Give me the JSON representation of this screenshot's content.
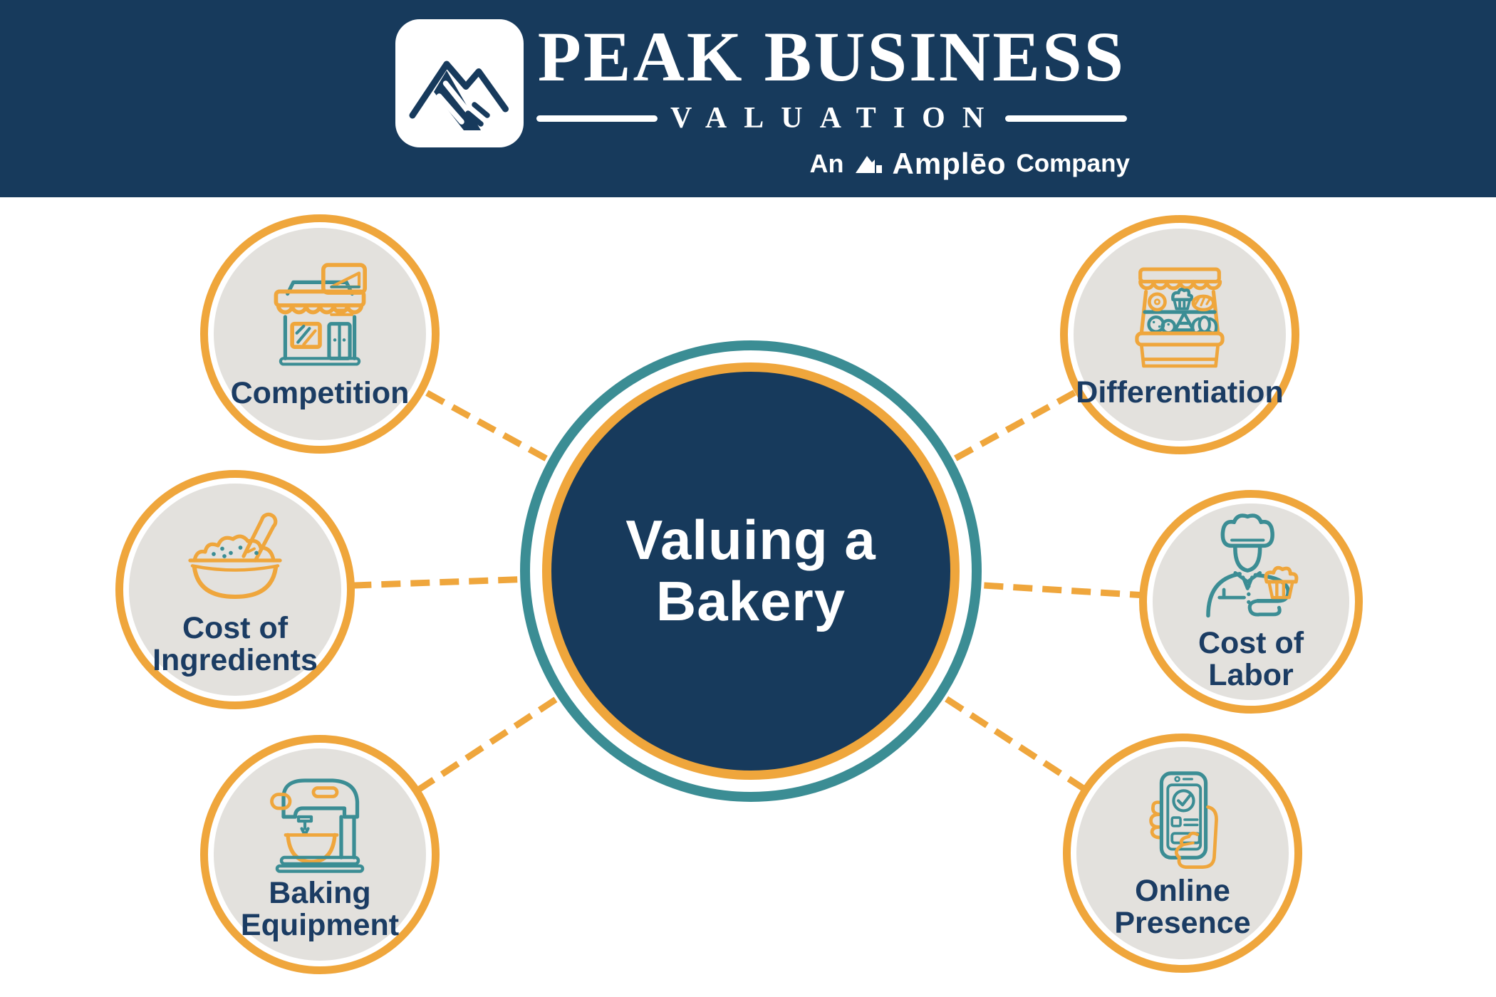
{
  "header": {
    "brand_name": "PEAK BUSINESS",
    "brand_subtitle": "VALUATION",
    "tagline": {
      "prefix": "An",
      "brand": "Amplēo",
      "suffix": "Company"
    },
    "logo": "mountain-peaks-logo"
  },
  "diagram": {
    "center": {
      "line1": "Valuing a",
      "line2": "Bakery"
    },
    "nodes": [
      {
        "id": "competition",
        "icon": "bakery-storefront-icon",
        "label_lines": [
          "Competition"
        ]
      },
      {
        "id": "cost-of-ingredients",
        "icon": "ingredients-bowl-icon",
        "label_lines": [
          "Cost of",
          "Ingredients"
        ]
      },
      {
        "id": "baking-equipment",
        "icon": "stand-mixer-icon",
        "label_lines": [
          "Baking",
          "Equipment"
        ]
      },
      {
        "id": "differentiation",
        "icon": "bakery-display-icon",
        "label_lines": [
          "Differentiation"
        ]
      },
      {
        "id": "cost-of-labor",
        "icon": "baker-chef-icon",
        "label_lines": [
          "Cost of",
          "Labor"
        ]
      },
      {
        "id": "online-presence",
        "icon": "phone-in-hand-icon",
        "label_lines": [
          "Online",
          "Presence"
        ]
      }
    ],
    "colors": {
      "navy": "#173A5C",
      "orange": "#EFA63C",
      "teal": "#3B8D94",
      "node_fill": "#E3E1DD",
      "label_text": "#1B3C63",
      "center_text": "#FFFFFF"
    }
  }
}
